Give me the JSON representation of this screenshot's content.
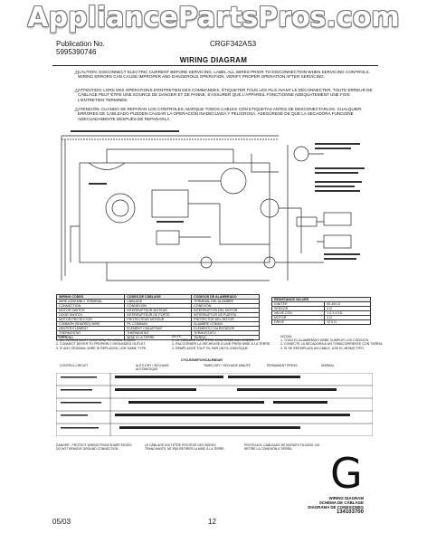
{
  "watermark": "AppliancePartsPros.com",
  "header": {
    "publication_label": "Publication No.",
    "publication_number": "5995390746",
    "model": "CRGF342AS3"
  },
  "title": "WIRING DIAGRAM",
  "warnings": [
    "CAUTION: DISCONNECT ELECTRIC CURRENT BEFORE SERVICING. LABEL ALL WIRES PRIOR TO DISCONNECTION WHEN SERVICING CONTROLS. WIRING ERRORS CAN CAUSE IMPROPER AND DANGEROUS OPERATION. VERIFY PROPER OPERATION AFTER SERVICING.",
    "ATTENTION: LORS DES OPÉRATIONS D'ENTRETIEN DES COMMANDES, ÉTIQUETER TOUS LES FILS AVANT LE DÉCONNECTER. TOUTE ERREUR DE CÂBLAGE PEUT ÊTRE UNE SOURCE DE DANGER ET DE PANNE. S'ASSURER QUE L'APPAREIL FONCTIONNE ADÉQUATEMENT UNE FOIS L'ENTRETIEN TERMINÉE.",
    "ATENCIÓN: CUANDO SE REPARAN LOS CONTROLES, MARQUE TODOS CABLES CON ETIQUETAS ANTES DE DESCONECTARLOS. CUALQUIER ERRORES DE CABLEADO PUEDEN CAUSAR LA OPERACIÓN INADECUADA Y PELIGROSA. ASEGÚRESE DE QUE LA SECADORA FUNCIONE ADECUADAMENTE DESPUÉS DE REPARARLA."
  ],
  "legend_table": {
    "headers": [
      "WIRING CODES",
      "CODES DE CÂBLAGE",
      "CODIGOS DE ALAMBRADO"
    ],
    "rows": [
      [
        "WIRE ASSEMBLY TERMINAL",
        "CÂBLAGE",
        "TERMINAL DEL ALAMBRE"
      ],
      [
        "CONNECTION",
        "CONNEXION",
        "CONEXION"
      ],
      [
        "MOTOR SWITCH",
        "INTERRUPTEUR MOTEUR",
        "INTERRUPTOR DEL MOTOR"
      ],
      [
        "DOOR SWITCH",
        "INTERRUPTEUR DE PORTE",
        "INTERRUPTOR DE PUERTA"
      ],
      [
        "MOTOR PROTECTOR",
        "PROTECTEUR MOTEUR",
        "PROTECTOR DEL MOTOR"
      ],
      [
        "COMMON (SHARED) WIRE",
        "FIL COMMUN",
        "ALAMBRE COMUN"
      ],
      [
        "HEATER ELEMENT",
        "ÉLÉMENT CHAUFFANT",
        "ELEMENTO CALENTADOR"
      ],
      [
        "THERMOSTAT",
        "THERMOSTAT",
        "TERMOSTATO"
      ],
      [
        "GROUND",
        "MISE À LA TERRE",
        "TIERRA"
      ]
    ]
  },
  "resistance_table": {
    "title": "RESISTANCE VALUES",
    "rows": [
      [
        "IGNITER",
        "50-400 Ω"
      ],
      [
        "SENSOR",
        "0 Ω"
      ],
      [
        "VALVE COIL",
        "1.0-1.4 KΩ"
      ],
      [
        "MOTOR",
        "3 Ω"
      ],
      [
        "DRIVE",
        "12.5 Ω"
      ]
    ]
  },
  "notes_left": "NOTES:\n1. ALL WIRING MUST CONFORM TO LOCAL CODES.\n2. CONNECT DRYER TO PROPERLY GROUNDED OUTLET.\n3. IF ANY ORIGINAL WIRE IS REPLACED, USE SAME TYPE.",
  "notes_mid": "NOTE:\n1. LE CÂBLAGE DOIT ÊTRE CONFORME AUX CODES.\n2. RACCORDER LA SÉCHEUSE À UNE PRISE MISE À LA TERRE.\n3. REMPLACER TOUT FIL PAR UN FIL IDENTIQUE.",
  "notes_right": "NOTAS:\n1. TODO EL ALAMBRADO DEBE CUMPLIR LOS CÓDIGOS.\n2. CONECTE LA SECADORA A UN TOMACORRIENTE CON TIERRA.\n3. SI SE REEMPLAZA UN CABLE, USE EL MISMO TIPO.",
  "cycle_title": "CYCLE/SWITCH/CALENDAR",
  "cycle_headers": [
    "CONTROL CIRCUIT",
    "AUTO DRY / SÉCHAGE AUTOMATIQUE",
    "TIMED DRY / SÉCHAGE MINUTÉ",
    "PERMANENT PRESS",
    "NORMAL"
  ],
  "footer_notes": [
    "DANGER - PROTECT WIRING FROM SHARP EDGES. DO NOT REMOVE GROUND CONNECTION.",
    "LE CÂBLAGE DOIT ÊTRE PROTÉGÉ DES BORDS TRANCHANTS. NE PAS RETIRER LA MISE À LA TERRE.",
    "PROTEJA EL CABLEADO DE BORDES FILOSOS. NO RETIRE LA CONEXIÓN A TIERRA."
  ],
  "big_letter": "G",
  "bottom_right": [
    "WIRING DIAGRAM",
    "SCHÉMA DE CÂBLAGE",
    "DIAGRAMA DE CONEXIONES",
    "134103700"
  ],
  "footer": {
    "date": "05/03",
    "page": "12"
  }
}
